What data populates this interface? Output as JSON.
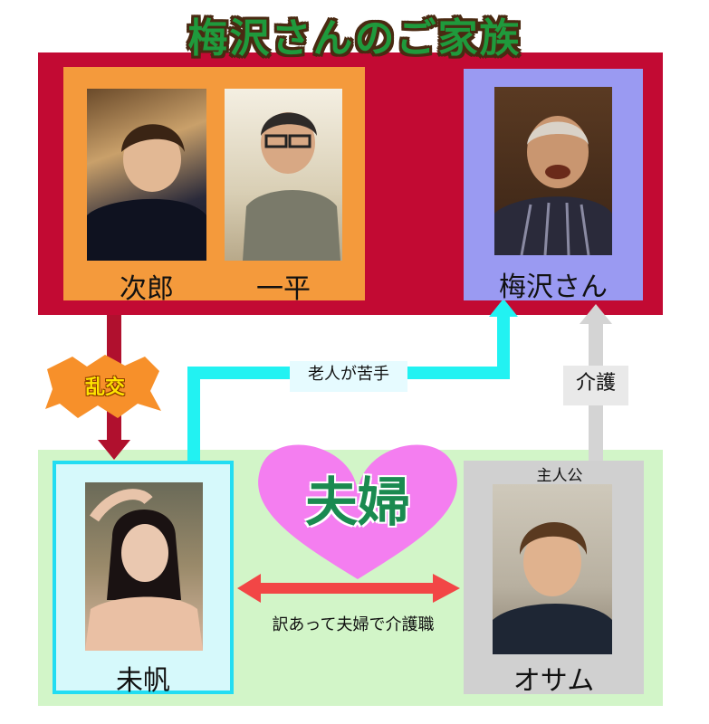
{
  "title": "梅沢さんのご家族",
  "family_top": {
    "brothers": [
      {
        "name": "次郎",
        "photo_icon": "person-photo-icon"
      },
      {
        "name": "一平",
        "photo_icon": "person-photo-icon"
      }
    ],
    "father": {
      "name": "梅沢さん",
      "photo_icon": "person-photo-icon"
    }
  },
  "couple": {
    "wife": {
      "name": "未帆",
      "photo_icon": "person-photo-icon"
    },
    "husband": {
      "name": "オサム",
      "role": "主人公",
      "photo_icon": "person-photo-icon"
    },
    "heart_label": "夫婦",
    "relation_label": "訳あって夫婦で介護職"
  },
  "relations": {
    "rankou": "乱交",
    "rojin": "老人が苦手",
    "kaigo": "介護"
  },
  "colors": {
    "top_panel": "#c20a33",
    "bottom_panel": "#d2f5c8",
    "brothers_card": "#f49a3c",
    "father_card": "#9a9af2",
    "wife_border": "#22ddf2",
    "husband_card": "#d0d0d0",
    "heart": "#f47ef0",
    "arrow_cyan": "#22f2f2",
    "arrow_red": "#f24646",
    "arrow_gray": "#d4d4d4",
    "arrow_dark_red": "#b0102e",
    "starburst": "#f7902a",
    "title_text": "#1f9a3c"
  }
}
